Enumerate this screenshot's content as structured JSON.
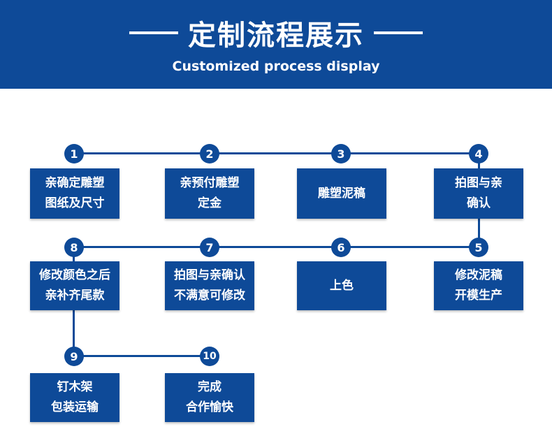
{
  "header": {
    "title": "定制流程展示",
    "subtitle": "Customized process display"
  },
  "steps": [
    {
      "number": "1",
      "line1": "亲确定雕塑",
      "line2": "图纸及尺寸"
    },
    {
      "number": "2",
      "line1": "亲预付雕塑",
      "line2": "定金"
    },
    {
      "number": "3",
      "line1": "雕塑泥稿",
      "line2": ""
    },
    {
      "number": "4",
      "line1": "拍图与亲",
      "line2": "确认"
    },
    {
      "number": "5",
      "line1": "修改泥稿",
      "line2": "开模生产"
    },
    {
      "number": "6",
      "line1": "上色",
      "line2": ""
    },
    {
      "number": "7",
      "line1": "拍图与亲确认",
      "line2": "不满意可修改"
    },
    {
      "number": "8",
      "line1": "修改颜色之后",
      "line2": "亲补齐尾款"
    },
    {
      "number": "9",
      "line1": "钉木架",
      "line2": "包装运输"
    },
    {
      "number": "10",
      "line1": "完成",
      "line2": "合作愉快"
    }
  ],
  "colors": {
    "primary": "#0e4a98",
    "text_on_primary": "#ffffff"
  }
}
